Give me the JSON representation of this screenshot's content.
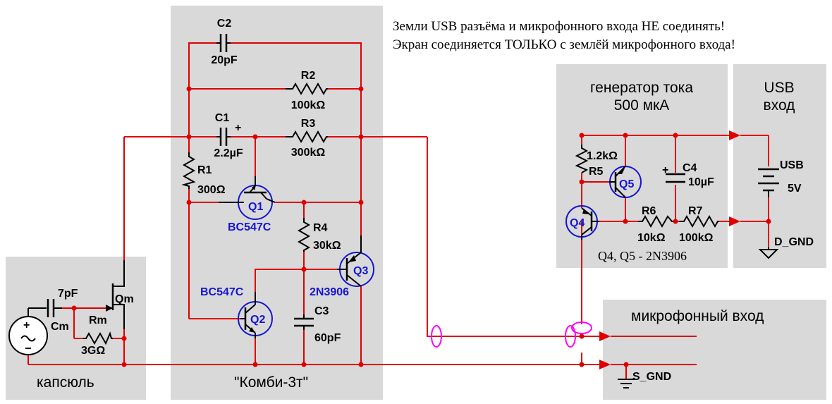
{
  "notes": {
    "line1": "Земли USB разъёма и  микрофонного входа НЕ соединять!",
    "line2": "Экран соединяется ТОЛЬКО с землёй микрофонного входа!"
  },
  "blocks": {
    "capsule": "капсюль",
    "kombi": "\"Комби-3т\"",
    "generator_line1": "генератор тока",
    "generator_line2": "500 мкА",
    "usb_line1": "USB",
    "usb_line2": "вход",
    "mic": "микрофонный вход"
  },
  "components": {
    "c2": {
      "ref": "C2",
      "value": "20pF"
    },
    "r2": {
      "ref": "R2",
      "value": "100kΩ"
    },
    "c1": {
      "ref": "C1",
      "value": "2.2µF",
      "polarity": "+"
    },
    "r3": {
      "ref": "R3",
      "value": "300kΩ"
    },
    "r1": {
      "ref": "R1",
      "value": "300Ω"
    },
    "r4": {
      "ref": "R4",
      "value": "30kΩ"
    },
    "c3": {
      "ref": "C3",
      "value": "60pF"
    },
    "q1": {
      "ref": "Q1",
      "type": "BC547C"
    },
    "q2": {
      "ref": "Q2",
      "type": "BC547C"
    },
    "q3": {
      "ref": "Q3",
      "type": "2N3906"
    },
    "qm": {
      "ref": "Qm"
    },
    "cm": {
      "ref": "Cm",
      "value": "7pF"
    },
    "rm": {
      "ref": "Rm",
      "value": "3GΩ"
    },
    "r5": {
      "ref": "R5",
      "value": "1.2kΩ"
    },
    "q4": {
      "ref": "Q4"
    },
    "q5": {
      "ref": "Q5"
    },
    "c4": {
      "ref": "C4",
      "value": "10µF",
      "polarity": "+"
    },
    "r6": {
      "ref": "R6",
      "value": "10kΩ"
    },
    "r7": {
      "ref": "R7",
      "value": "100kΩ"
    },
    "q45_note": "Q4, Q5 - 2N3906",
    "usb_src": {
      "ref": "USB",
      "value": "5V"
    },
    "d_gnd": "D_GND",
    "s_gnd": "S_GND"
  },
  "colors": {
    "wire": "#e00000",
    "component": "#000000",
    "transistor_label": "#1515d0",
    "block_fill": "#d9d9d9",
    "shield": "#ff00ff"
  },
  "icons": [
    "resistor-icon",
    "capacitor-icon",
    "npn-transistor-icon",
    "pnp-transistor-icon",
    "jfet-icon",
    "ac-source-icon",
    "battery-icon",
    "ground-icon",
    "arrow-icon",
    "shield-ellipse-icon"
  ]
}
